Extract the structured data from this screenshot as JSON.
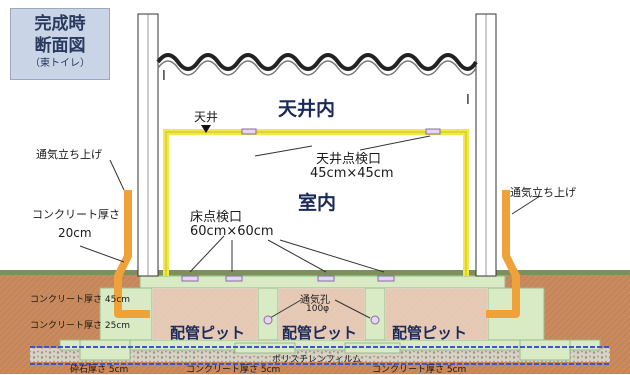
{
  "title": {
    "lines": [
      "完成時",
      "断面図"
    ],
    "sub": "（東トイレ）"
  },
  "labels": {
    "tenjounai": "天井内",
    "tenjou": "天井",
    "shitsunai": "室内",
    "tenjou_inspection": "天井点検口",
    "tenjou_inspection_size": "45cm×45cm",
    "floor_inspection": "床点検口",
    "floor_inspection_size": "60cm×60cm",
    "vent_left": "通気立ち上げ",
    "vent_right": "通気立ち上げ",
    "concrete_wall": "コンクリート厚さ",
    "concrete_wall_size": "20cm",
    "concrete_45": "コンクリート厚さ 45cm",
    "concrete_25": "コンクリート厚さ 25cm",
    "vent_hole": "通気孔",
    "vent_hole_size": "100φ",
    "pit_1": "配管ピット",
    "pit_2": "配管ピット",
    "pit_3": "配管ピット",
    "gravel": "砕石厚さ 5cm",
    "concrete_5a": "コンクリート厚さ 5cm",
    "polyfilm": "ポリスチレンフィルム",
    "concrete_5b": "コンクリート厚さ 5cm"
  },
  "colors": {
    "soil": "#c98a5e",
    "soil_top": "#a4744e",
    "grass": "#7d8f5a",
    "foundation": "#d9ebc4",
    "foundation_stroke": "#9bb98a",
    "ceiling_frame": "#f3e84a",
    "vent_pipe": "#f0a23a",
    "title_bg": "#c9d4e6",
    "film": "#3c56c8",
    "text_dark": "#1a1a1a"
  }
}
